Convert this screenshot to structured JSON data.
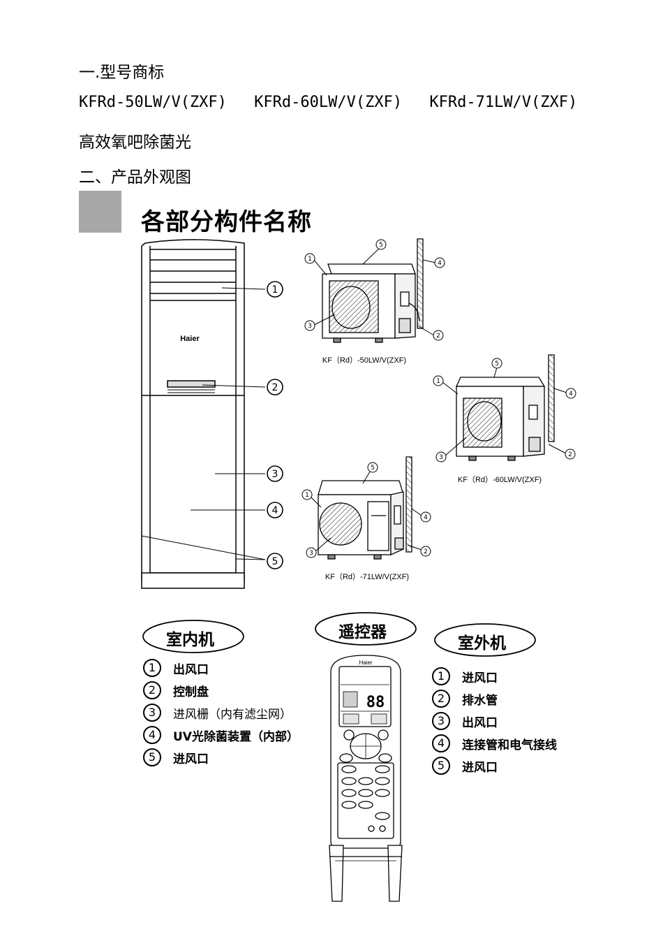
{
  "doc": {
    "section1": "一.型号商标",
    "models": [
      "KFRd-50LW/V(ZXF)",
      "KFRd-60LW/V(ZXF)",
      "KFRd-71LW/V(ZXF)"
    ],
    "feature": "高效氧吧除菌光",
    "section2": "二、产品外观图",
    "figure_title": "各部分构件名称"
  },
  "indoor_unit": {
    "brand": "Haier",
    "callouts": [
      "1",
      "2",
      "3",
      "4",
      "5"
    ]
  },
  "outdoor_units": [
    {
      "caption": "KF（Rd）-50LW/V(ZXF)",
      "callouts": [
        "1",
        "2",
        "3",
        "4",
        "5"
      ]
    },
    {
      "caption": "KF（Rd）-60LW/V(ZXF)",
      "callouts": [
        "1",
        "2",
        "3",
        "4",
        "5"
      ]
    },
    {
      "caption": "KF（Rd）-71LW/V(ZXF)",
      "callouts": [
        "1",
        "2",
        "3",
        "4",
        "5"
      ]
    }
  ],
  "labels": {
    "indoor": "室内机",
    "remote": "遥控器",
    "outdoor": "室外机"
  },
  "remote": {
    "brand": "Haier",
    "display": "88"
  },
  "indoor_legend": [
    {
      "num": "1",
      "text": "出风口"
    },
    {
      "num": "2",
      "text": "控制盘"
    },
    {
      "num": "3",
      "text": "进风栅（内有滤尘网）"
    },
    {
      "num": "4",
      "text": "UV光除菌装置（内部）"
    },
    {
      "num": "5",
      "text": "进风口"
    }
  ],
  "outdoor_legend": [
    {
      "num": "1",
      "text": "进风口"
    },
    {
      "num": "2",
      "text": "排水管"
    },
    {
      "num": "3",
      "text": "出风口"
    },
    {
      "num": "4",
      "text": "连接管和电气接线"
    },
    {
      "num": "5",
      "text": "进风口"
    }
  ]
}
